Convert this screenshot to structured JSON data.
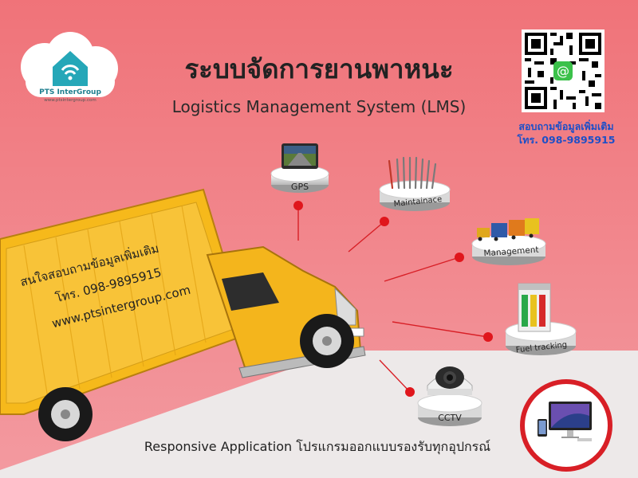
{
  "header": {
    "title_th": "ระบบจัดการยานพาหนะ",
    "title_en": "Logistics Management System (LMS)"
  },
  "logo": {
    "brand": "PTS InterGroup",
    "url": "www.ptsintergroup.com"
  },
  "contact": {
    "line1": "สอบถามข้อมูลเพิ่มเติม",
    "line2": "โทร. 098-9895915"
  },
  "truck": {
    "line1": "สนใจสอบถามข้อมูลเพิ่มเติม",
    "line2": "โทร. 098-9895915",
    "line3": "www.ptsintergroup.com"
  },
  "features": {
    "gps": "GPS",
    "maintenance": "Maintainace",
    "management": "Management",
    "fuel": "Fuel tracking",
    "cctv": "CCTV"
  },
  "tagline": "Responsive Application โปรแกรมออกแบบรองรับทุกอุปกรณ์",
  "colors": {
    "background_top": "#f07f86",
    "background_bottom": "#ece8e8",
    "accent_red": "#e01b22",
    "truck_yellow": "#f4b51c",
    "contact_blue": "#1d4fc7"
  },
  "icons": [
    "gps-device-icon",
    "tools-icon",
    "trucks-icon",
    "fuel-pump-icon",
    "cctv-camera-icon",
    "devices-icon",
    "qr-code-icon",
    "line-app-icon"
  ]
}
